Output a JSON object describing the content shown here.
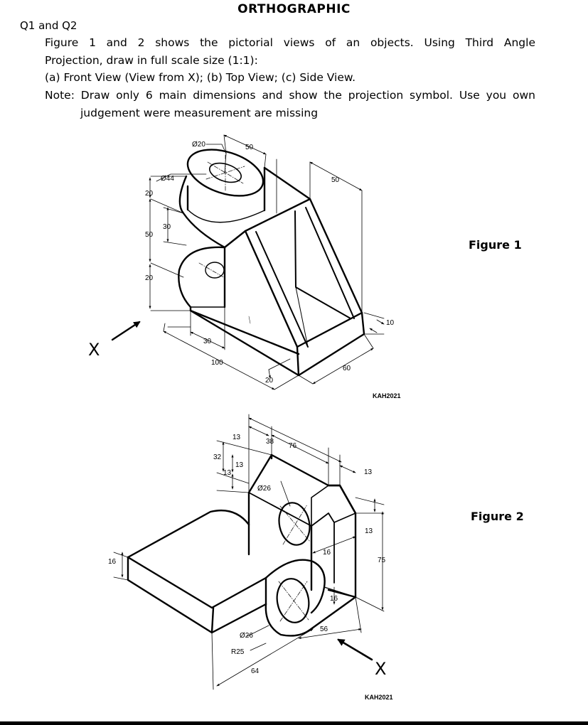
{
  "heading": "ORTHOGRAPHIC",
  "question_label": "Q1 and Q2",
  "instructions": {
    "line1": "Figure 1 and 2 shows the pictorial views of an objects. Using Third Angle",
    "line2": "Projection, draw in full scale size (1:1):",
    "line3": "(a) Front View (View from X); (b) Top View; (c) Side View.",
    "line4": "Note: Draw only 6 main dimensions and show the projection symbol. Use you own",
    "line5": "judgement were measurement are missing"
  },
  "figure1": {
    "label": "Figure 1",
    "credit": "KAH2021",
    "view_marker": "X",
    "dimensions": {
      "d20": "Ø20",
      "d44": "Ø44",
      "top_50": "50",
      "right_50": "50",
      "left_20a": "20",
      "left_30": "30",
      "left_50": "50",
      "left_20b": "20",
      "bottom_30": "30",
      "bottom_100": "100",
      "bottom_20": "20",
      "bottom_60": "60",
      "right_10": "10"
    }
  },
  "figure2": {
    "label": "Figure 2",
    "credit": "KAH2021",
    "view_marker": "X",
    "dimensions": {
      "top_13": "13",
      "top_38": "38",
      "top_76": "76",
      "left_32": "32",
      "left_13a": "13",
      "left_13b": "13",
      "hole_upper": "Ø26",
      "right_13a": "13",
      "right_13b": "13",
      "right_75": "75",
      "mid_16": "16",
      "right_16": "16",
      "left_16": "16",
      "hole_lower": "Ø26",
      "radius": "R25",
      "bottom_64": "64",
      "bottom_56": "56"
    }
  }
}
